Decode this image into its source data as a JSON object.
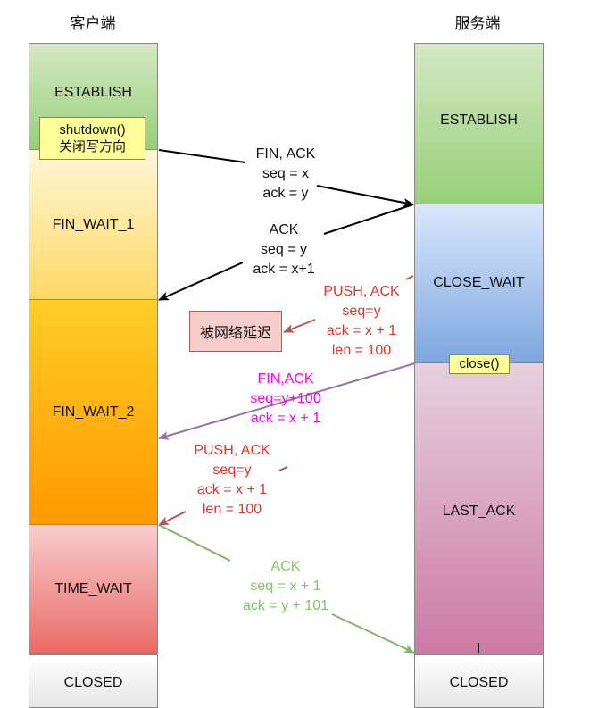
{
  "titles": {
    "client": "客户端",
    "server": "服务端"
  },
  "client_states": [
    "ESTABLISH",
    "FIN_WAIT_1",
    "FIN_WAIT_2",
    "TIME_WAIT",
    "CLOSED"
  ],
  "server_states": [
    "ESTABLISH",
    "CLOSE_WAIT",
    "LAST_ACK",
    "CLOSED"
  ],
  "notes": {
    "shutdown_l1": "shutdown()",
    "shutdown_l2": "关闭写方向",
    "close": "close()",
    "delay": "被网络延迟"
  },
  "messages": [
    {
      "lines": [
        "FIN, ACK",
        "seq = x",
        "ack = y"
      ]
    },
    {
      "lines": [
        "ACK",
        "seq = y",
        "ack = x+1"
      ]
    },
    {
      "lines": [
        "PUSH, ACK",
        "seq=y",
        "ack = x + 1",
        "len = 100"
      ]
    },
    {
      "lines": [
        "FIN,ACK",
        "seq=y+100",
        "ack = x + 1"
      ]
    },
    {
      "lines": [
        "PUSH, ACK",
        "seq=y",
        "ack = x + 1",
        "len = 100"
      ]
    },
    {
      "lines": [
        "ACK",
        "seq = x + 1",
        "ack = y + 101"
      ]
    }
  ],
  "colors": {
    "establish": "#97d077",
    "fin_wait_1": "#ffe599",
    "fin_wait_2": "#ffa500",
    "time_wait": "#ea6b66",
    "close_wait": "#7ea6e0",
    "last_ack": "#cd6f9e",
    "closed": "#f0f0f0",
    "arrow_black": "#000000",
    "arrow_red": "#b85450",
    "arrow_purple": "#9673a6",
    "arrow_green": "#82b366"
  }
}
